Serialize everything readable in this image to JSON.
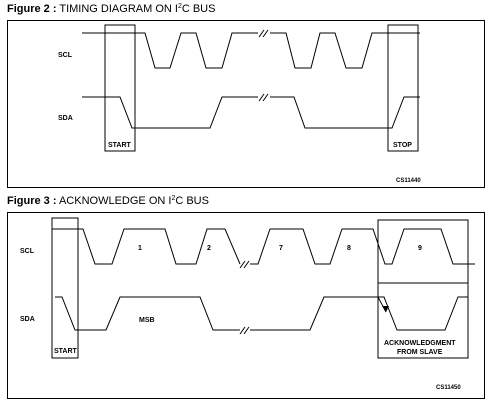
{
  "figure2": {
    "title_prefix": "Figure 2 :",
    "title_a": " TIMING DIAGRAM ON I",
    "title_sup": "2",
    "title_b": "C BUS",
    "scl_label": "SCL",
    "sda_label": "SDA",
    "start_label": "START",
    "stop_label": "STOP",
    "code": "CS11440"
  },
  "figure3": {
    "title_prefix": "Figure 3 :",
    "title_a": " ACKNOWLEDGE ON I",
    "title_sup": "2",
    "title_b": "C BUS",
    "scl_label": "SCL",
    "sda_label": "SDA",
    "start_label": "START",
    "msb_label": "MSB",
    "pulse_labels": [
      "1",
      "2",
      "7",
      "8",
      "9"
    ],
    "ack_line1": "ACKNOWLEDGMENT",
    "ack_line2": "FROM SLAVE",
    "code": "CS11450"
  }
}
